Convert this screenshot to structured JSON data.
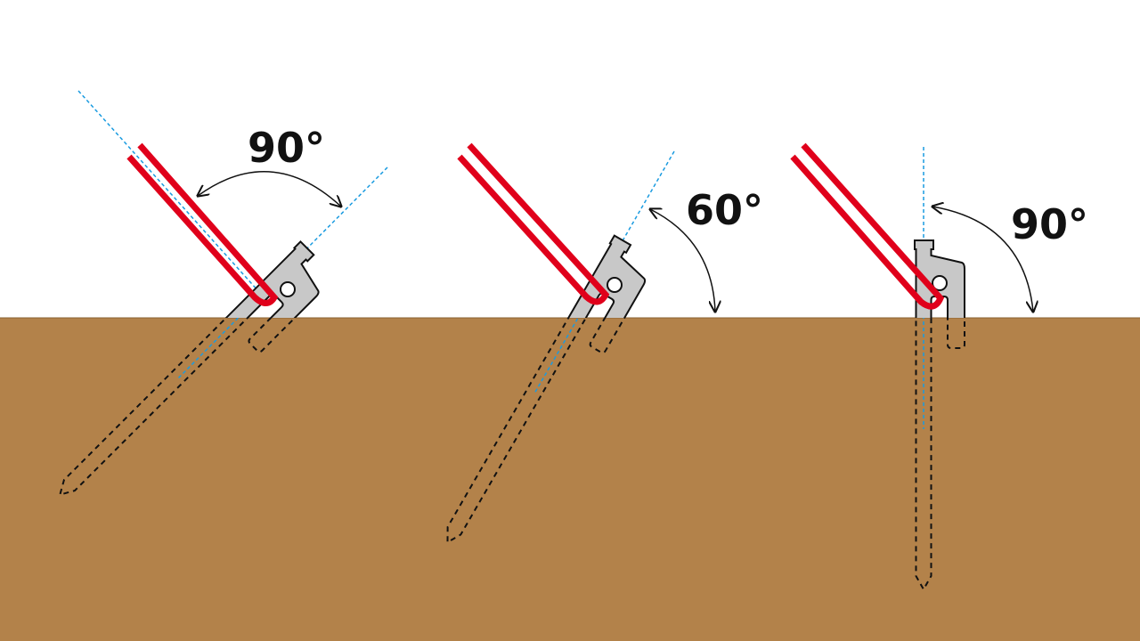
{
  "diagram": {
    "colors": {
      "ground": "#b3824a",
      "rope": "#e0001b",
      "peg": "#c8c8c8",
      "guide": "#1a9be0"
    },
    "examples": [
      {
        "angle_label": "90°",
        "peg_tilt_deg": 45
      },
      {
        "angle_label": "60°",
        "peg_tilt_deg": 30
      },
      {
        "angle_label": "90°",
        "peg_tilt_deg": 0
      }
    ]
  }
}
